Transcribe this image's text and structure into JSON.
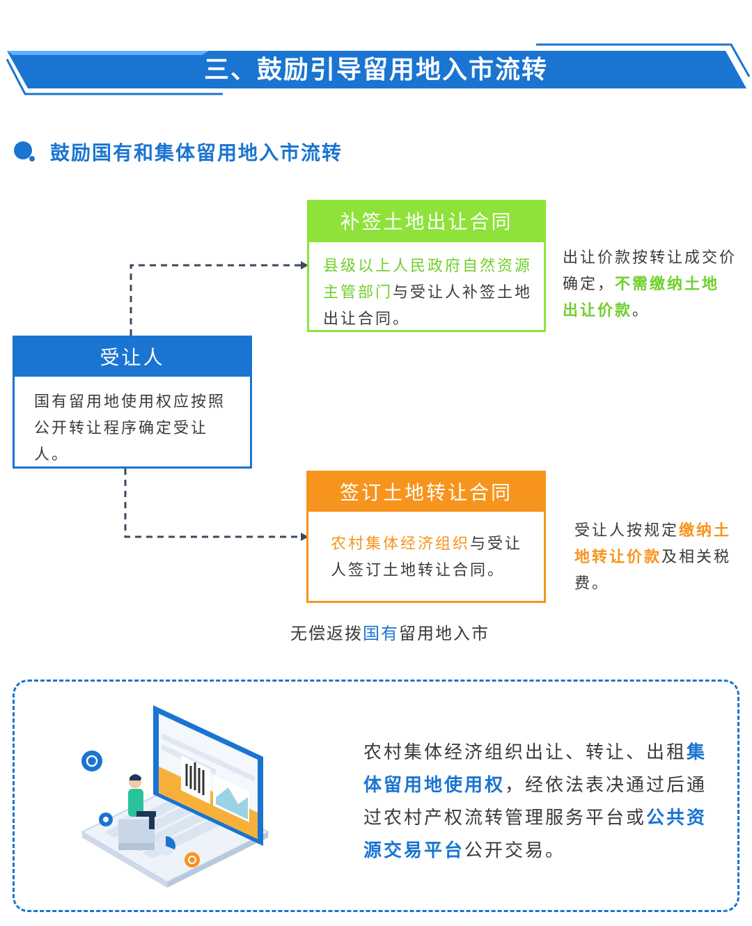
{
  "colors": {
    "blue": "#1a74d1",
    "green": "#8ee23a",
    "orange": "#f7941d",
    "text": "#3a3a3a"
  },
  "banner": {
    "title": "三、鼓励引导留用地入市流转"
  },
  "section": {
    "heading": "鼓励国有和集体留用地入市流转"
  },
  "buqian_box": {
    "title": "补签土地出让合同",
    "body_highlight": "县级以上人民政府自然资源主管部门",
    "body_rest": "与受让人补签土地出让合同。"
  },
  "buqian_note": {
    "part1": "出让价款按转让成交价确定，",
    "highlight": "不需缴纳土地出让价款",
    "part2": "。"
  },
  "shourang_box": {
    "title": "受让人",
    "body": "国有留用地使用权应按照公开转让程序确定受让人。"
  },
  "qianding_box": {
    "title": "签订土地转让合同",
    "body_highlight": "农村集体经济组织",
    "body_rest": "与受让人签订土地转让合同。"
  },
  "qianding_note": {
    "part1": "受让人按规定",
    "highlight": "缴纳土地转让价款",
    "part2": "及相关税费。"
  },
  "caption": {
    "part1": "无偿返拨",
    "highlight": "国有",
    "part2": "留用地入市"
  },
  "panel": {
    "t1": "农村集体经济组织出让、转让、出租",
    "h1": "集体留用地使用权",
    "t2": "，经依法表决通过后通过农村产权流转管理服务平台或",
    "h2": "公共资源交易平台",
    "t3": "公开交易。"
  },
  "icons": [
    "circle-dot-icon",
    "laptop-illustration-icon",
    "at-sign-icon",
    "gear-icon",
    "person-icon",
    "pie-chart-icon",
    "coin-icon"
  ]
}
